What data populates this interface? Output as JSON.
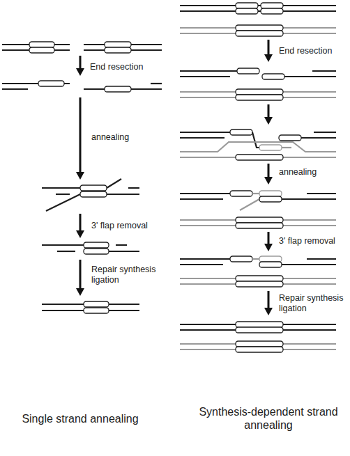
{
  "diagram": {
    "labels": [
      "End resection",
      "annealing",
      "3' flap removal",
      "Repair synthesis ligation",
      "End resection",
      "annealing",
      "3' flap removal",
      "Repair synthesis ligation",
      "Single strand annealing",
      "Synthesis-dependent strand annealing"
    ]
  }
}
